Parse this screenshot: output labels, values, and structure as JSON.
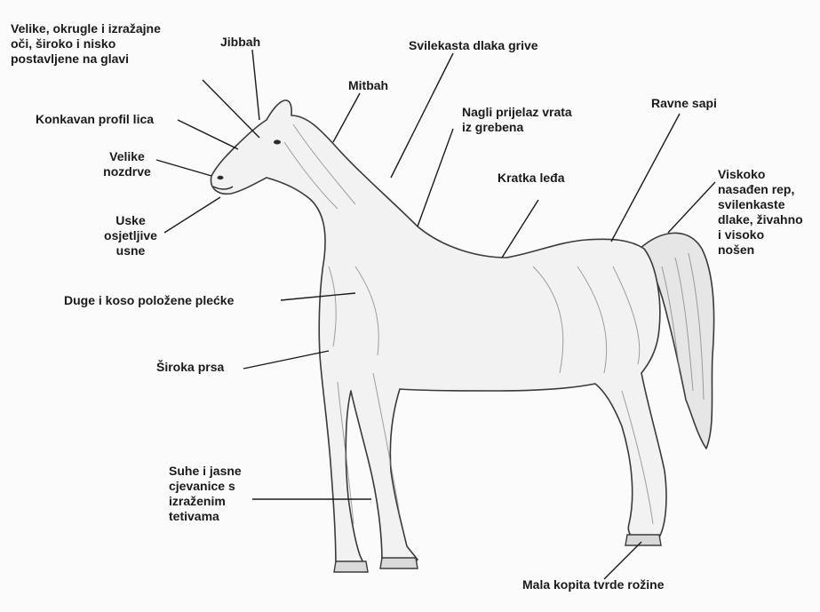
{
  "diagram": {
    "subject": "horse-anatomy-illustration",
    "labels": {
      "eyes": "Velike, okrugle i izražajne\noči, široko i nisko\npostavljene na glavi",
      "jibbah": "Jibbah",
      "mane": "Svilekasta dlaka grive",
      "mitbah": "Mitbah",
      "profile": "Konkavan profil lica",
      "neck_transition": "Nagli prijelaz vrata\niz grebena",
      "croup": "Ravne sapi",
      "nostrils": "Velike\nnozdrve",
      "short_back": "Kratka leđa",
      "tail": "Viskoko\nnasađen rep,\nsvilenkaste\ndlake, živahno\ni visoko\nnošen",
      "lips": "Uske\nosjetljive\nusne",
      "shoulders": "Duge i koso položene plećke",
      "chest": "Široka prsa",
      "cannons": "Suhe i jasne\ncjevanice s\nizraženim\ntetivama",
      "hooves": "Mala kopita tvrde rožine"
    }
  }
}
